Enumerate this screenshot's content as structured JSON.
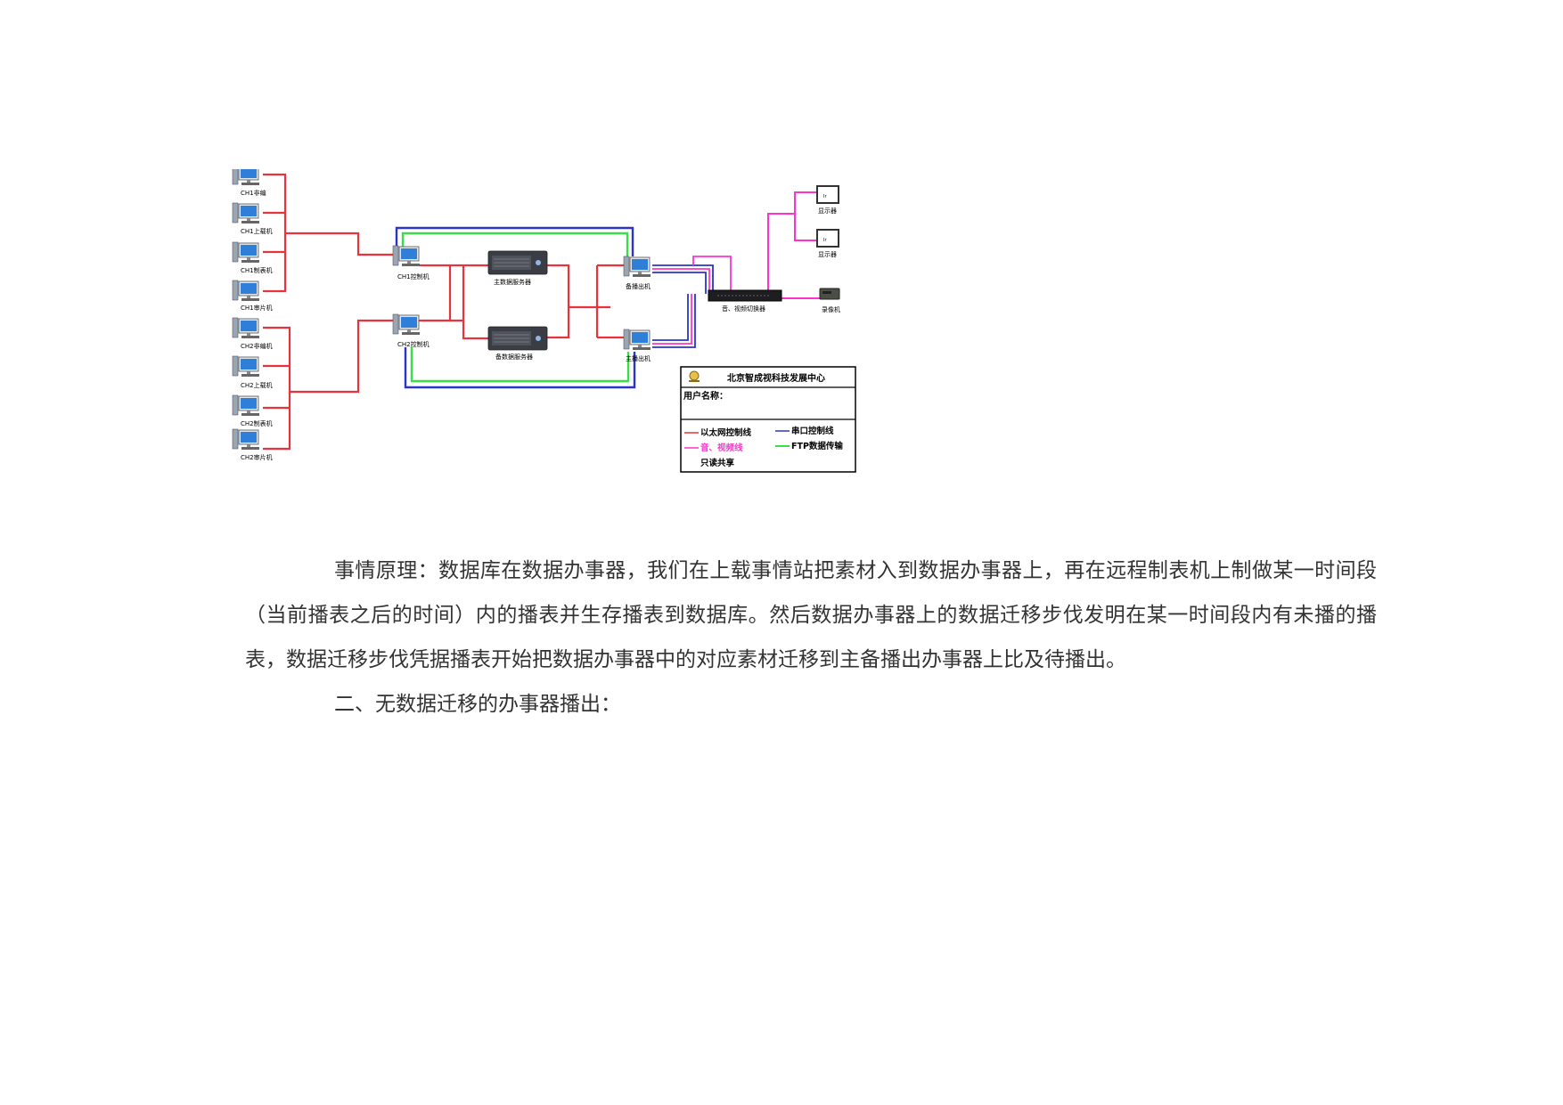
{
  "diagram": {
    "left_nodes": [
      "CH1非编",
      "CH1上载机",
      "CH1制表机",
      "CH1审片机",
      "CH2非编机",
      "CH2上载机",
      "CH2制表机",
      "CH2审片机"
    ],
    "controllers": [
      "CH1控制机",
      "CH2控制机"
    ],
    "servers": [
      "主数据服务器",
      "备数据服务器"
    ],
    "playout": [
      "备播出机",
      "主播出机"
    ],
    "switcher": "音、视频切换器",
    "monitors": [
      "显示器",
      "显示器"
    ],
    "monitor_screen": "Ir",
    "recorder": "录像机",
    "legend": {
      "company": "北京智成视科技发展中心",
      "user_label": "用户名称：",
      "items": [
        {
          "label": "以太网控制线",
          "color": "#e8323c"
        },
        {
          "label": "串口控制线",
          "color": "#2a35c8"
        },
        {
          "label": "音、视频线",
          "color": "#ff33cc"
        },
        {
          "label": "FTP数据传输",
          "color": "#3adf48"
        },
        {
          "label": "只读共享",
          "color": "#000000"
        }
      ]
    },
    "colors": {
      "ethernet": "#e8323c",
      "serial": "#2a35c8",
      "av": "#ff33cc",
      "ftp": "#3adf48"
    }
  },
  "text": {
    "paragraph1": "事情原理：数据库在数据办事器，我们在上载事情站把素材入到数据办事器上，再在远程制表机上制做某一时间段（当前播表之后的时间）内的播表并生存播表到数据库。然后数据办事器上的数据迁移步伐发明在某一时间段内有未播的播表，数据迁移步伐凭据播表开始把数据办事器中的对应素材迁移到主备播出办事器上比及待播出。",
    "heading2": "二、无数据迁移的办事器播出："
  }
}
